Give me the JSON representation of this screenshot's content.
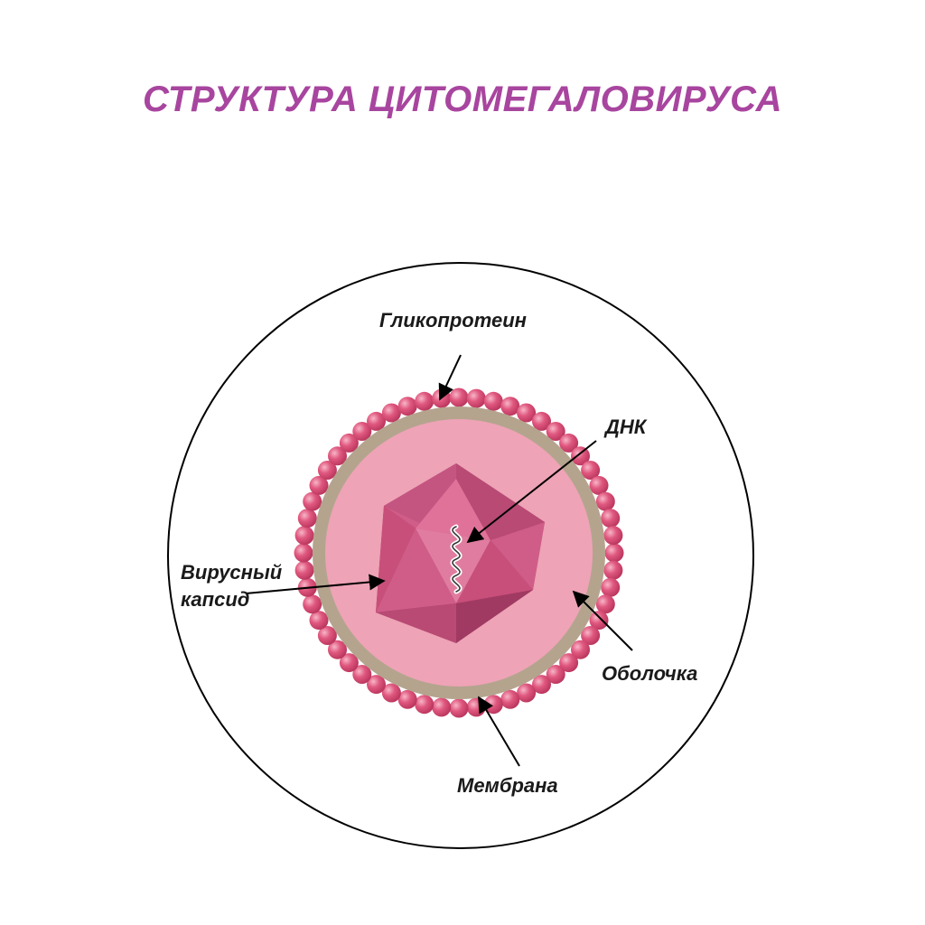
{
  "title": "СТРУКТУРА ЦИТОМЕГАЛОВИРУСА",
  "labels": {
    "glycoprotein": "Гликопротеин",
    "dna": "ДНК",
    "capsid_line1": "Вирусный",
    "capsid_line2": "капсид",
    "envelope": "Оболочка",
    "membrane": "Мембрана"
  },
  "colors": {
    "title": "#a8459f",
    "glycoprotein_bead": "#e0587f",
    "membrane_ring": "#b4a48e",
    "envelope_fill": "#eea3b6",
    "capsid_dark": "#a8406a",
    "capsid_mid": "#c84f7a",
    "capsid_light": "#e07299",
    "outline": "#000000"
  }
}
